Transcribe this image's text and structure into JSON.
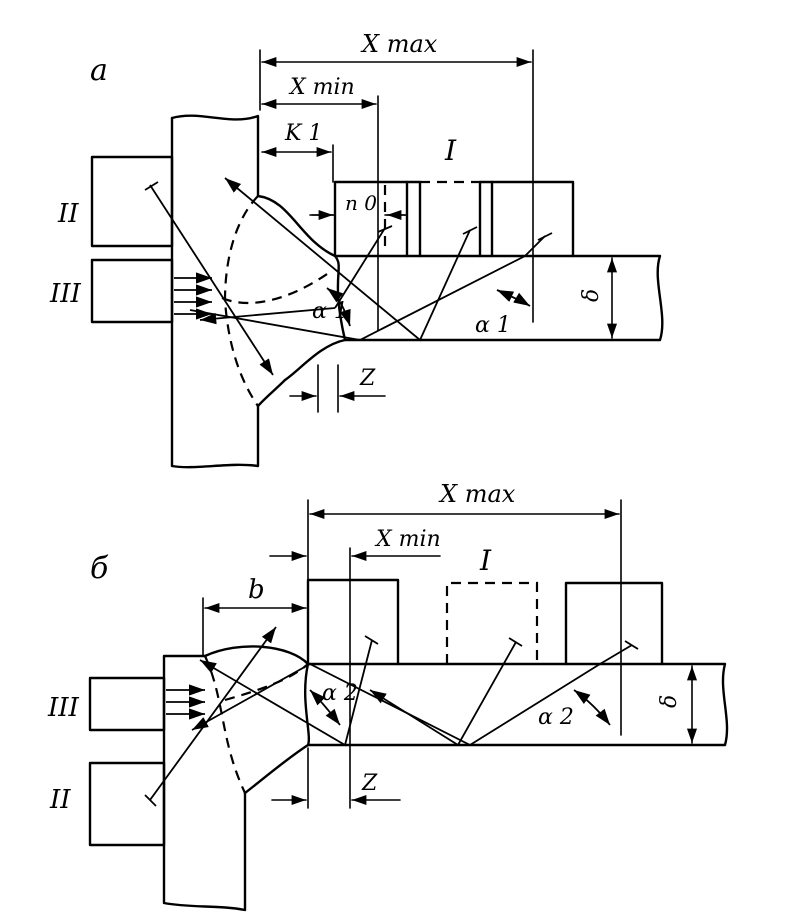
{
  "figure_a": {
    "panel_label": "а",
    "x_max": "X max",
    "x_min": "X min",
    "k1": "K 1",
    "n0": "n 0",
    "zone_I": "I",
    "zone_II": "II",
    "zone_III": "III",
    "delta": "δ",
    "alpha": "α 1",
    "alpha_2nd": "α 1",
    "z": "Z"
  },
  "figure_b": {
    "panel_label": "б",
    "x_max": "X max",
    "x_min": "X min",
    "b": "b",
    "zone_I": "I",
    "zone_II": "II",
    "zone_III": "III",
    "delta": "δ",
    "alpha": "α 2",
    "alpha_2nd": "α 2",
    "z": "Z"
  },
  "colors": {
    "ink": "#000000",
    "paper": "#ffffff"
  }
}
